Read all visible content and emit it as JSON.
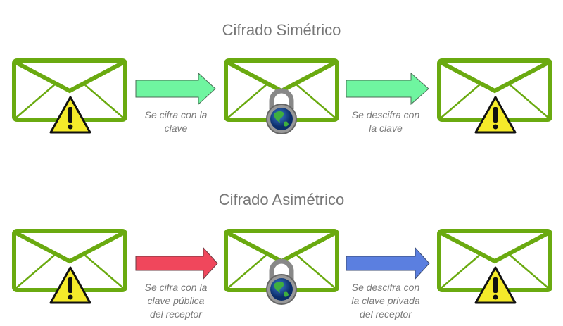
{
  "symmetric": {
    "title": "Cifrado Simétrico",
    "arrow_color": "#6ff5a0",
    "caption_encrypt": [
      "Se cifra con la",
      "clave"
    ],
    "caption_decrypt": [
      "Se descifra con",
      "la clave"
    ]
  },
  "asymmetric": {
    "title": "Cifrado Asimétrico",
    "arrow_encrypt_color": "#f0475c",
    "arrow_decrypt_color": "#5b7fe0",
    "caption_encrypt": [
      "Se cifra con la",
      "clave pública",
      "del receptor"
    ],
    "caption_decrypt": [
      "Se descifra con",
      "la clave privada",
      "del receptor"
    ]
  },
  "colors": {
    "envelope": "#6aaa10",
    "warning": "#f5ea2a",
    "text": "#7a7a7a"
  }
}
